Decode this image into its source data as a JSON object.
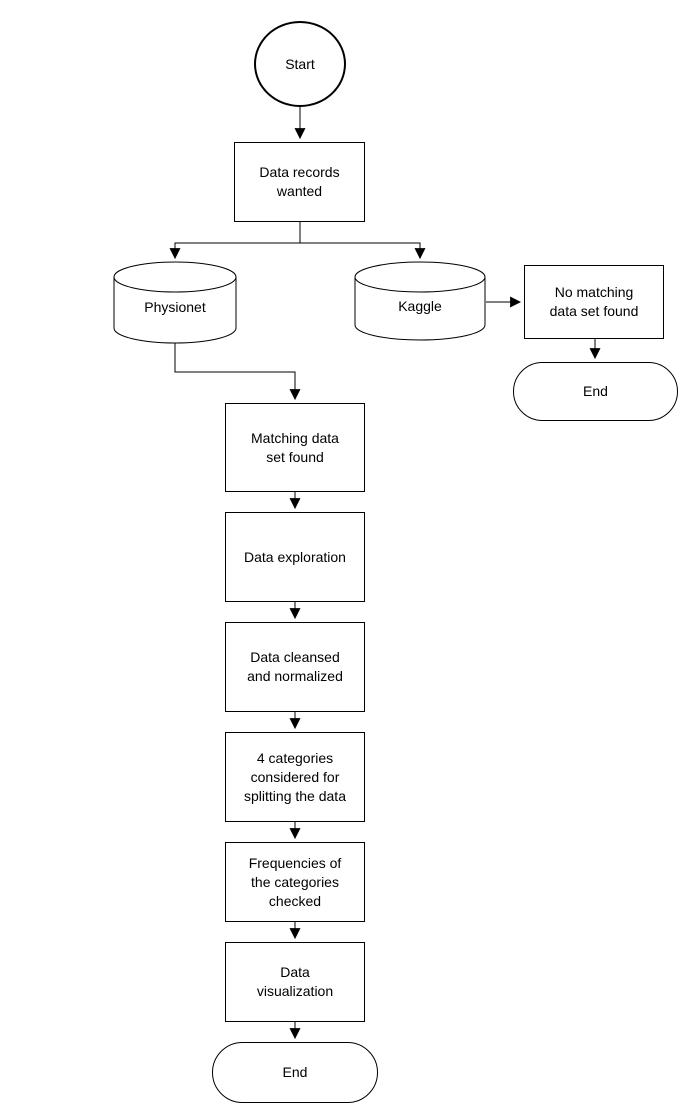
{
  "diagram": {
    "background_color": "#ffffff",
    "stroke_color": "#000000",
    "text_color": "#000000",
    "nodes": {
      "start": {
        "label": "Start",
        "shape": "circle"
      },
      "data_records_wanted": {
        "label": "Data records\nwanted",
        "shape": "process"
      },
      "physionet": {
        "label": "Physionet",
        "shape": "database"
      },
      "kaggle": {
        "label": "Kaggle",
        "shape": "database"
      },
      "no_matching_data_set_found": {
        "label": "No matching\ndata set found",
        "shape": "process"
      },
      "end_right": {
        "label": "End",
        "shape": "terminator"
      },
      "matching_data_set_found": {
        "label": "Matching data\nset found",
        "shape": "process"
      },
      "data_exploration": {
        "label": "Data exploration",
        "shape": "process"
      },
      "data_cleansed_and_normalized": {
        "label": "Data cleansed\nand normalized",
        "shape": "process"
      },
      "four_categories": {
        "label": "4 categories\nconsidered for\nsplitting the data",
        "shape": "process"
      },
      "frequencies_checked": {
        "label": "Frequencies of\nthe categories\nchecked",
        "shape": "process"
      },
      "data_visualization": {
        "label": "Data\nvisualization",
        "shape": "process"
      },
      "end_bottom": {
        "label": "End",
        "shape": "terminator"
      }
    },
    "edges": [
      {
        "from": "start",
        "to": "data_records_wanted"
      },
      {
        "from": "data_records_wanted",
        "to": "physionet"
      },
      {
        "from": "data_records_wanted",
        "to": "kaggle"
      },
      {
        "from": "kaggle",
        "to": "no_matching_data_set_found"
      },
      {
        "from": "no_matching_data_set_found",
        "to": "end_right"
      },
      {
        "from": "physionet",
        "to": "matching_data_set_found"
      },
      {
        "from": "matching_data_set_found",
        "to": "data_exploration"
      },
      {
        "from": "data_exploration",
        "to": "data_cleansed_and_normalized"
      },
      {
        "from": "data_cleansed_and_normalized",
        "to": "four_categories"
      },
      {
        "from": "four_categories",
        "to": "frequencies_checked"
      },
      {
        "from": "frequencies_checked",
        "to": "data_visualization"
      },
      {
        "from": "data_visualization",
        "to": "end_bottom"
      }
    ]
  }
}
